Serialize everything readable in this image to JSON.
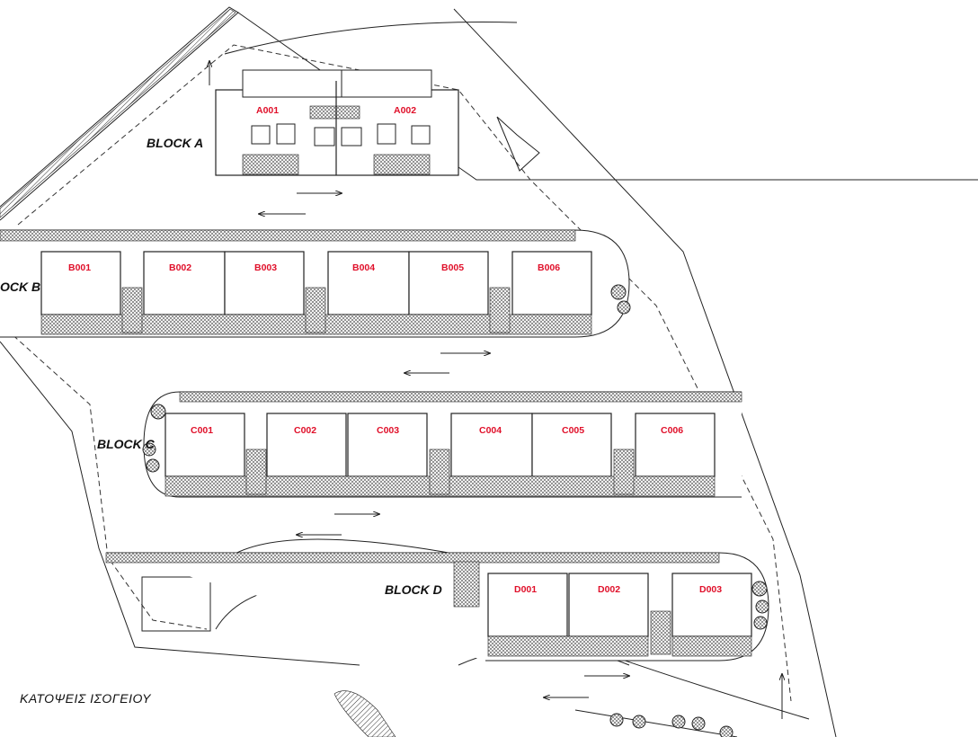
{
  "plan_title": "ΚΑΤΟΨΕΙΣ ΙΣΟΓΕΙΟΥ",
  "colors": {
    "unit_label": "#e0102a",
    "lines": "#222222",
    "background": "#ffffff"
  },
  "blocks": [
    {
      "label": "BLOCK A",
      "units": [
        "A001",
        "A002"
      ]
    },
    {
      "label": "OCK B",
      "units": [
        "B001",
        "B002",
        "B003",
        "B004",
        "B005",
        "B006"
      ]
    },
    {
      "label": "BLOCK C",
      "units": [
        "C001",
        "C002",
        "C003",
        "C004",
        "C005",
        "C006"
      ]
    },
    {
      "label": "BLOCK D",
      "units": [
        "D001",
        "D002",
        "D003"
      ]
    }
  ]
}
